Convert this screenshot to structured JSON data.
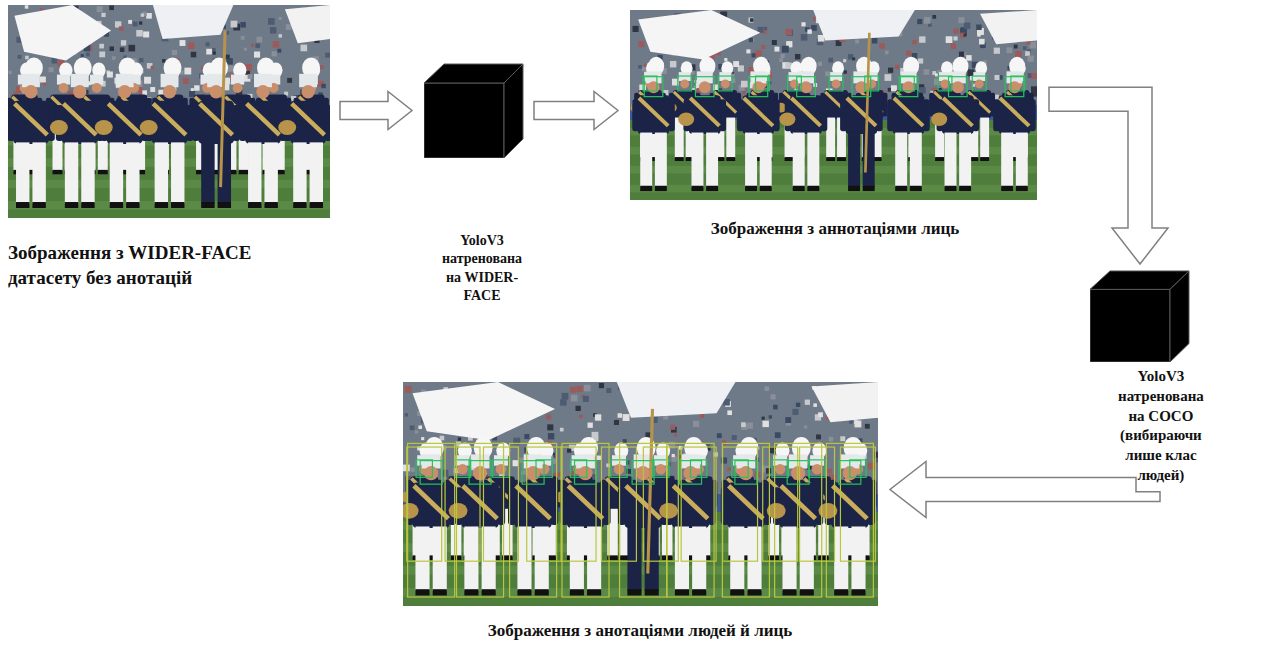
{
  "diagram": {
    "nodes": [
      {
        "text": [
          "Зображення з WIDER-FACE датасету без анотацій"
        ]
      },
      {
        "text": [
          "YoloV3 натренована на WIDER-FACE"
        ]
      },
      {
        "text": [
          "Зображення з аннотаціями лиць"
        ]
      },
      {
        "text": [
          "YoloV3 натренована на COCO (вибираючи лише клас людей)"
        ]
      },
      {
        "text": [
          "Зображення з анотаціями людей й лиць"
        ]
      }
    ],
    "edges": [
      {
        "from": 0,
        "to": 1,
        "arrow": "to"
      },
      {
        "from": 1,
        "to": 2,
        "arrow": "to"
      },
      {
        "from": 2,
        "to": 3,
        "arrow": "to"
      },
      {
        "from": 3,
        "to": 4,
        "arrow": "to"
      }
    ]
  }
}
